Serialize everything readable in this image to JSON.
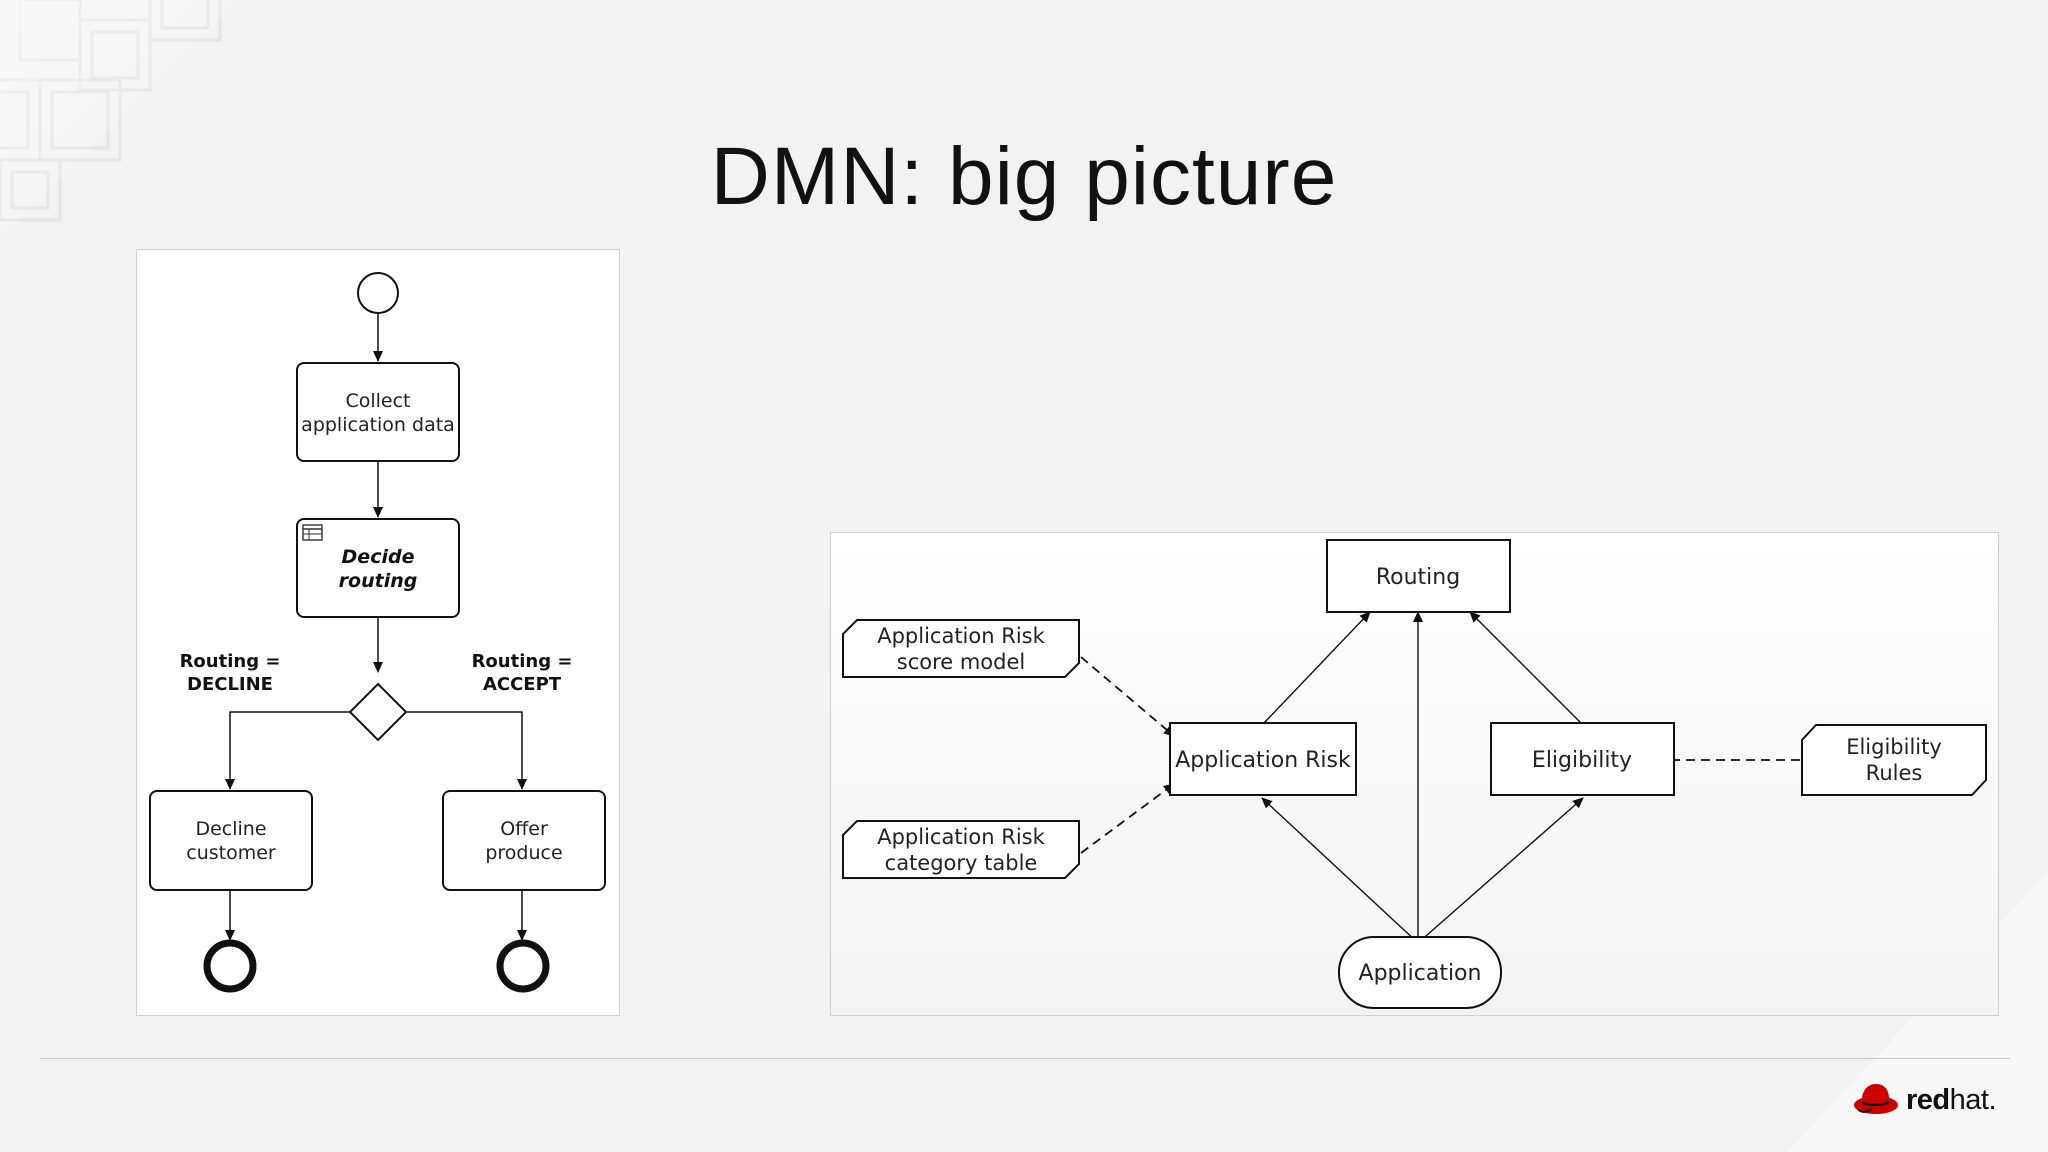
{
  "slide": {
    "title": "DMN: big picture"
  },
  "bpmn": {
    "collect_task": [
      "Collect",
      "application data"
    ],
    "decide_task": [
      "Decide",
      "routing"
    ],
    "decline_condition": [
      "Routing =",
      "DECLINE"
    ],
    "accept_condition": [
      "Routing =",
      "ACCEPT"
    ],
    "decline_task": [
      "Decline",
      "customer"
    ],
    "offer_task": [
      "Offer",
      "produce"
    ]
  },
  "dmn": {
    "routing": "Routing",
    "application_risk": "Application Risk",
    "eligibility": "Eligibility",
    "application": "Application",
    "risk_score_model": [
      "Application Risk",
      "score model"
    ],
    "risk_category_table": [
      "Application Risk",
      "category table"
    ],
    "eligibility_rules": [
      "Eligibility",
      "Rules"
    ]
  },
  "brand": {
    "logo_bold": "red",
    "logo_light": "hat.",
    "accent": "#cc0000"
  }
}
